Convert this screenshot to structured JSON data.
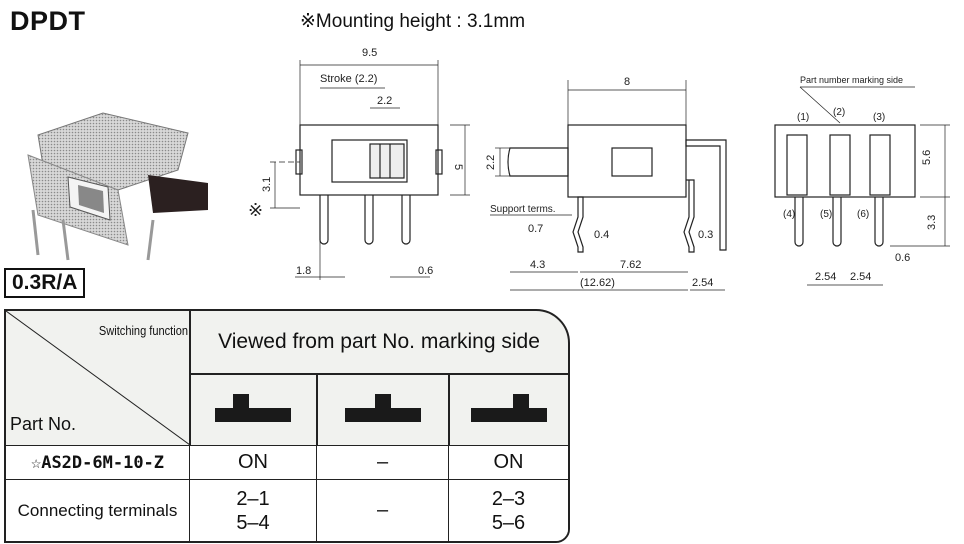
{
  "title": "DPDT",
  "mounting_note": "※Mounting height : 3.1mm",
  "rating_badge": "0.3R/A",
  "front_view": {
    "width": "9.5",
    "stroke": "Stroke (2.2)",
    "knob_width": "2.2",
    "height": "5",
    "mount_height": "3.1",
    "mount_mark": "※",
    "pin_offset": "1.8",
    "pin_width": "0.6"
  },
  "side_view": {
    "length": "8",
    "knob_height": "2.2",
    "support_label": "Support terms.",
    "d_07": "0.7",
    "d_04": "0.4",
    "d_03": "0.3",
    "d_43": "4.3",
    "d_762": "7.62",
    "d_1262": "(12.62)",
    "d_254": "2.54"
  },
  "end_view": {
    "marking_label": "Part number marking side",
    "terminals_top": [
      "(1)",
      "(2)",
      "(3)"
    ],
    "terminals_bottom": [
      "(4)",
      "(5)",
      "(6)"
    ],
    "height": "5.6",
    "pin_length": "3.3",
    "pin_width": "0.6",
    "pitch": [
      "2.54",
      "2.54"
    ]
  },
  "table": {
    "corner_top": "Switching function",
    "corner_bottom": "Part No.",
    "header": "Viewed from part No. marking side",
    "positions": [
      "left",
      "center",
      "right"
    ],
    "rows": [
      {
        "label": "☆AS2D-6M-10-Z",
        "values": [
          "ON",
          "–",
          "ON"
        ]
      },
      {
        "label": "Connecting terminals",
        "values": [
          [
            "2–1",
            "5–4"
          ],
          "–",
          [
            "2–3",
            "5–6"
          ]
        ]
      }
    ]
  }
}
